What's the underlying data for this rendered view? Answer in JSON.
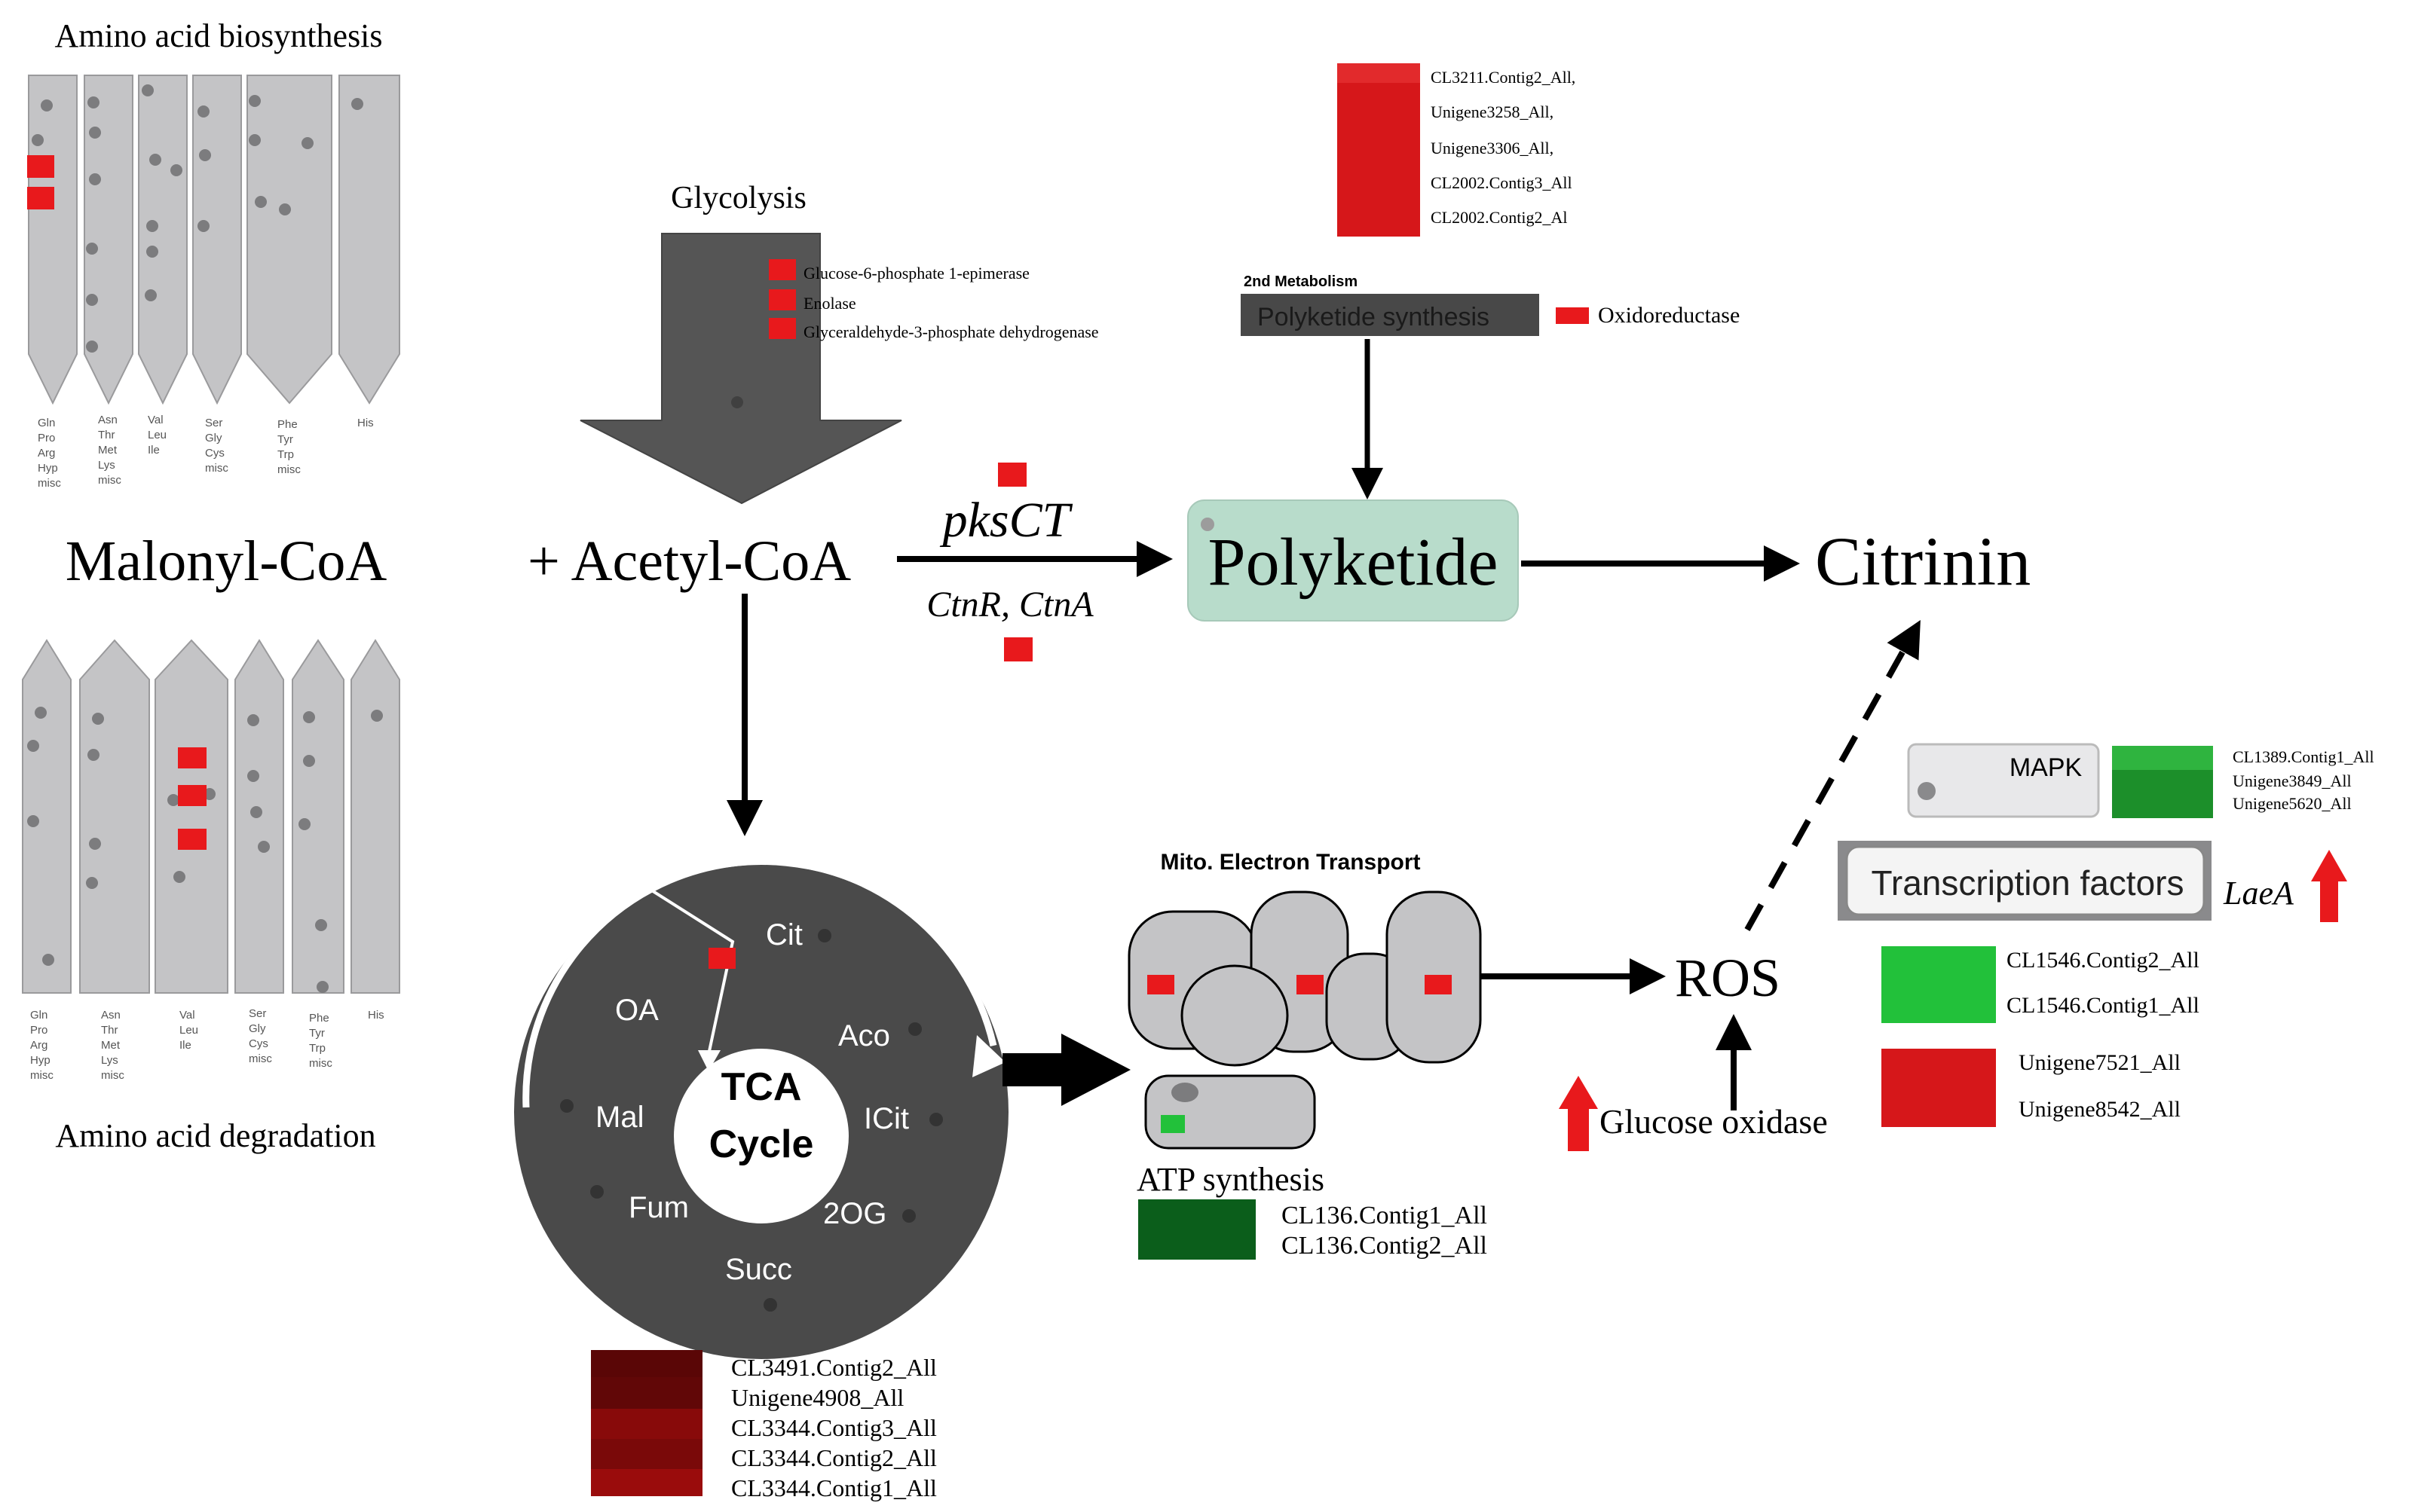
{
  "amino_acid_biosynthesis": {
    "title": "Amino acid biosynthesis",
    "columns": [
      [
        "Gln",
        "Pro",
        "Arg",
        "Hyp",
        "misc"
      ],
      [
        "Asn",
        "Thr",
        "Met",
        "Lys",
        "misc"
      ],
      [
        "Val",
        "Leu",
        "Ile"
      ],
      [
        "Ser",
        "Gly",
        "Cys",
        "misc"
      ],
      [
        "Phe",
        "Tyr",
        "Trp",
        "misc"
      ],
      [
        "His"
      ]
    ]
  },
  "amino_acid_degradation": {
    "title": "Amino acid degradation",
    "columns": [
      [
        "Gln",
        "Pro",
        "Arg",
        "Hyp",
        "misc"
      ],
      [
        "Asn",
        "Thr",
        "Met",
        "Lys",
        "misc"
      ],
      [
        "Val",
        "Leu",
        "Ile"
      ],
      [
        "Ser",
        "Gly",
        "Cys",
        "misc"
      ],
      [
        "Phe",
        "Tyr",
        "Trp",
        "misc"
      ],
      [
        "His"
      ]
    ]
  },
  "malonyl_coa": "Malonyl-CoA",
  "acetyl_coa": "+ Acetyl-CoA",
  "glycolysis": {
    "title": "Glycolysis",
    "genes": [
      "Glucose-6-phosphate 1-epimerase",
      "Enolase",
      "Glyceraldehyde-3-phosphate dehydrogenase"
    ]
  },
  "pks_ct": "pksCT",
  "ctn_ra": "CtnR, CtnA",
  "polyketide": "Polyketide",
  "citrinin": "Citrinin",
  "second_metabolism": {
    "title": "2nd Metabolism",
    "box_label": "Polyketide synthesis",
    "legend": "Oxidoreductase",
    "genes": [
      "CL3211.Contig2_All,",
      "Unigene3258_All,",
      "Unigene3306_All,",
      "CL2002.Contig3_All",
      "CL2002.Contig2_Al"
    ]
  },
  "tca": {
    "center_top": "TCA",
    "center_bottom": "Cycle",
    "metabolites": [
      "Cit",
      "Aco",
      "ICit",
      "2OG",
      "Succ",
      "Fum",
      "Mal",
      "OA"
    ],
    "genes": [
      "CL3491.Contig2_All",
      "Unigene4908_All",
      "CL3344.Contig3_All",
      "CL3344.Contig2_All",
      "CL3344.Contig1_All"
    ]
  },
  "mito": {
    "title": "Mito. Electron Transport",
    "atp_label": "ATP synthesis",
    "atp_genes": [
      "CL136.Contig1_All",
      "CL136.Contig2_All"
    ]
  },
  "ros": "ROS",
  "glucose_oxidase": "Glucose oxidase",
  "mapk": {
    "label": "MAPK",
    "genes": [
      "CL1389.Contig1_All",
      "Unigene3849_All",
      "Unigene5620_All"
    ]
  },
  "transcription": {
    "label": "Transcription factors",
    "laea": "LaeA",
    "green_genes": [
      "CL1546.Contig2_All",
      "CL1546.Contig1_All"
    ],
    "red_genes": [
      "Unigene7521_All",
      "Unigene8542_All"
    ]
  },
  "colors": {
    "up": "#e8191c",
    "down_light": "#22c13a",
    "down_dark": "#0b5e1b",
    "gray_block": "#c4c4c6",
    "dark_arrow": "#555555",
    "tca_ring": "#4a4a4a",
    "polyketide_fill": "#b8dccb"
  }
}
